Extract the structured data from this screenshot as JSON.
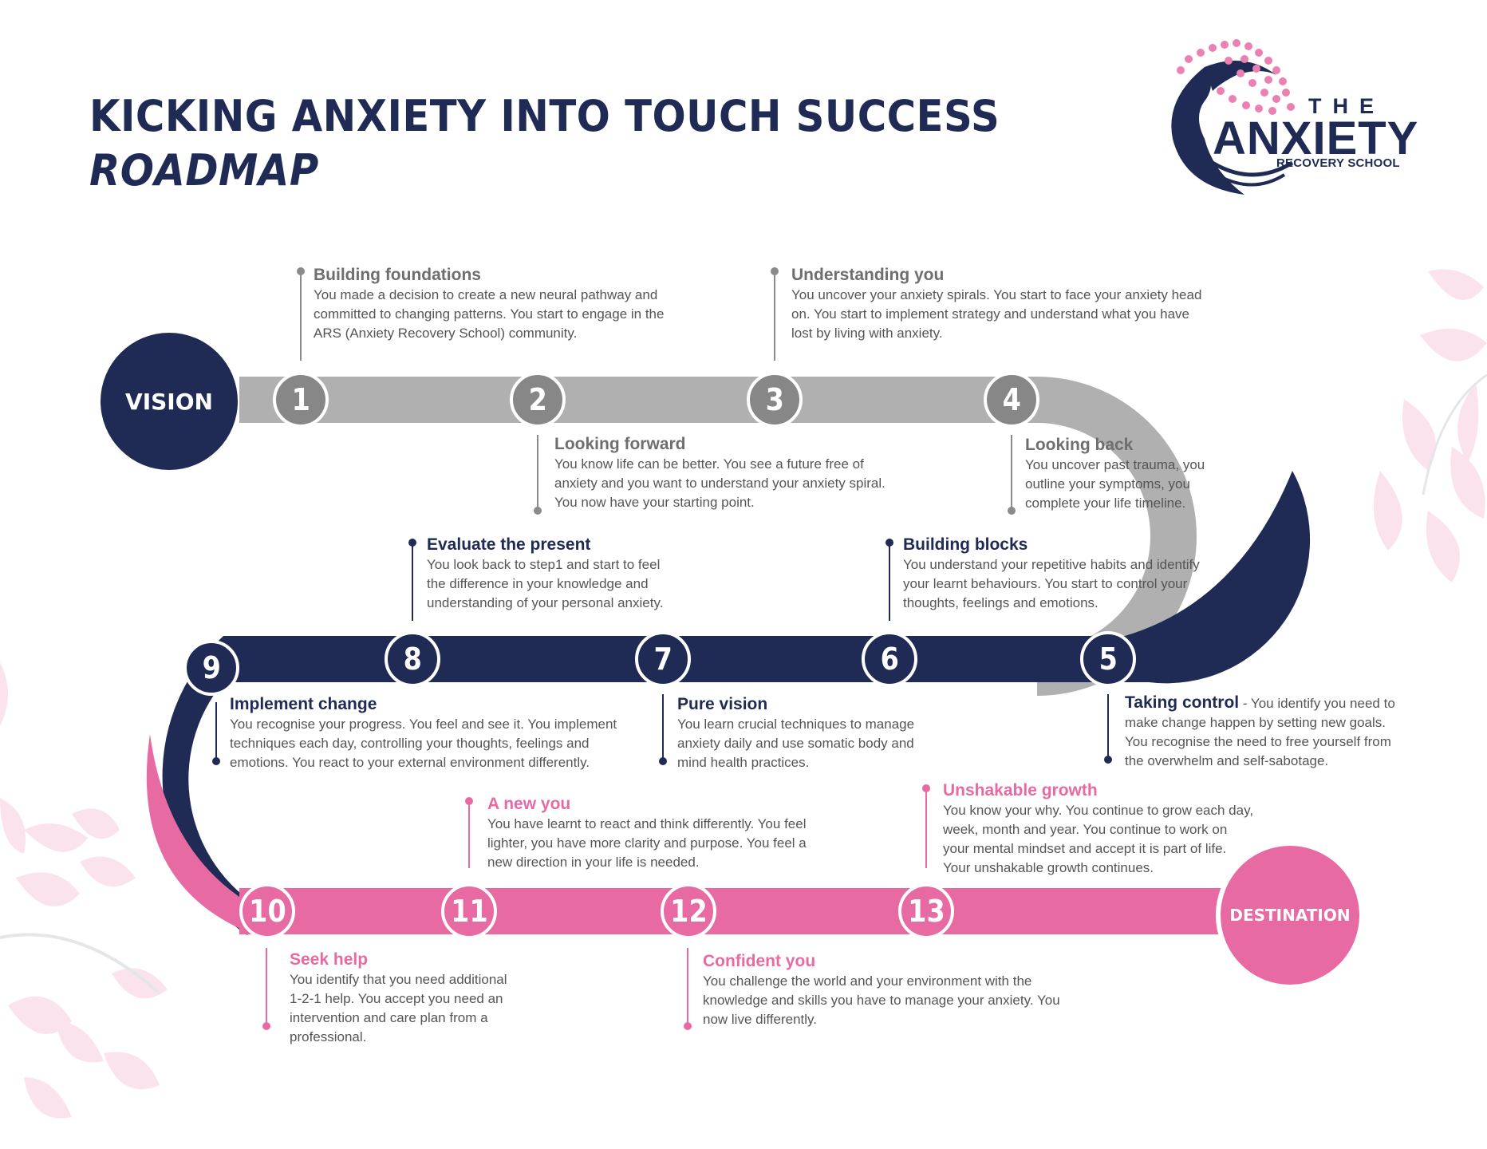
{
  "header": {
    "title_line1": "KICKING ANXIETY INTO TOUCH SUCCESS",
    "title_line2": "ROADMAP"
  },
  "logo": {
    "the": "THE",
    "anxiety": "ANXIETY",
    "recovery_school": "RECOVERY SCHOOL"
  },
  "colors": {
    "navy": "#1f2b54",
    "gray": "#878787",
    "road_gray": "#b0b0b0",
    "pink": "#e76aa3",
    "leaf_pink": "#fbe3ee"
  },
  "endpoints": {
    "start": "VISION",
    "end": "DESTINATION"
  },
  "steps": [
    {
      "number": "1",
      "title": "Building foundations",
      "text": "You made a decision to create a new neural pathway and committed to changing patterns. You start to engage in the ARS (Anxiety Recovery School) community."
    },
    {
      "number": "2",
      "title": "Looking forward",
      "text": "You know life can be better. You see a future free of anxiety and you want to understand your anxiety spiral. You now have your starting point."
    },
    {
      "number": "3",
      "title": "Understanding you",
      "text": "You uncover your anxiety spirals. You start to face your anxiety head on. You start to implement strategy and understand what you have lost by living with anxiety."
    },
    {
      "number": "4",
      "title": "Looking back",
      "text": "You uncover past trauma, you outline your symptoms, you complete your life timeline."
    },
    {
      "number": "5",
      "title": "Taking control",
      "text": " - You identify you need to make change happen by setting new goals. You recognise the need to free yourself from the overwhelm and self-sabotage."
    },
    {
      "number": "6",
      "title": "Building blocks",
      "text": "You understand your repetitive habits and identify your learnt behaviours. You start to control your thoughts, feelings and emotions."
    },
    {
      "number": "7",
      "title": "Pure vision",
      "text": "You learn crucial techniques to manage anxiety daily and use somatic body and mind health practices."
    },
    {
      "number": "8",
      "title": "Evaluate the present",
      "text": "You look back to step1 and start to feel the difference in your knowledge and understanding of your personal anxiety."
    },
    {
      "number": "9",
      "title": "Implement change",
      "text": "You recognise your progress. You feel and see it. You implement techniques each day, controlling your thoughts, feelings and emotions. You react to your external environment differently."
    },
    {
      "number": "10",
      "title": "Seek help",
      "text": "You identify that you need additional 1-2-1 help. You accept you need an intervention and care plan from a professional."
    },
    {
      "number": "11",
      "title": "A new you",
      "text": "You have learnt to react and think differently. You feel lighter, you have more clarity and purpose. You feel a new direction in your life is needed."
    },
    {
      "number": "12",
      "title": "Confident you",
      "text": "You challenge the world and your environment with the knowledge and skills you have to manage your anxiety. You now live differently."
    },
    {
      "number": "13",
      "title": "Unshakable growth",
      "text": "You know your why. You continue to grow each day, week, month and year. You continue to work on your mental mindset and accept it is part of life. Your unshakable growth continues."
    }
  ]
}
